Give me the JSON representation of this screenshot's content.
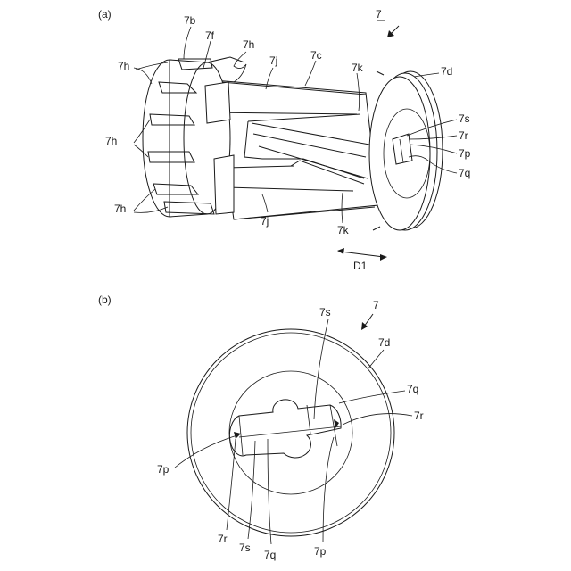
{
  "panel_a": {
    "caption": "(a)",
    "ref_numeral": "7",
    "labels": {
      "b": "7b",
      "f": "7f",
      "h_top": "7h",
      "h_left1": "7h",
      "h_left2": "7h",
      "h_left3": "7h",
      "j_top": "7j",
      "c": "7c",
      "k_top": "7k",
      "d": "7d",
      "s": "7s",
      "r": "7r",
      "p": "7p",
      "q": "7q",
      "j_bottom": "7j",
      "k_bottom": "7k",
      "direction": "D1"
    }
  },
  "panel_b": {
    "caption": "(b)",
    "ref_numeral": "7",
    "labels": {
      "s_top": "7s",
      "d": "7d",
      "q_right": "7q",
      "r_right": "7r",
      "p_left": "7p",
      "r_bottom": "7r",
      "s_bottom": "7s",
      "q_bottom": "7q",
      "p_bottom": "7p"
    }
  },
  "colors": {
    "ink": "#1a1a1a",
    "paper": "#ffffff"
  }
}
